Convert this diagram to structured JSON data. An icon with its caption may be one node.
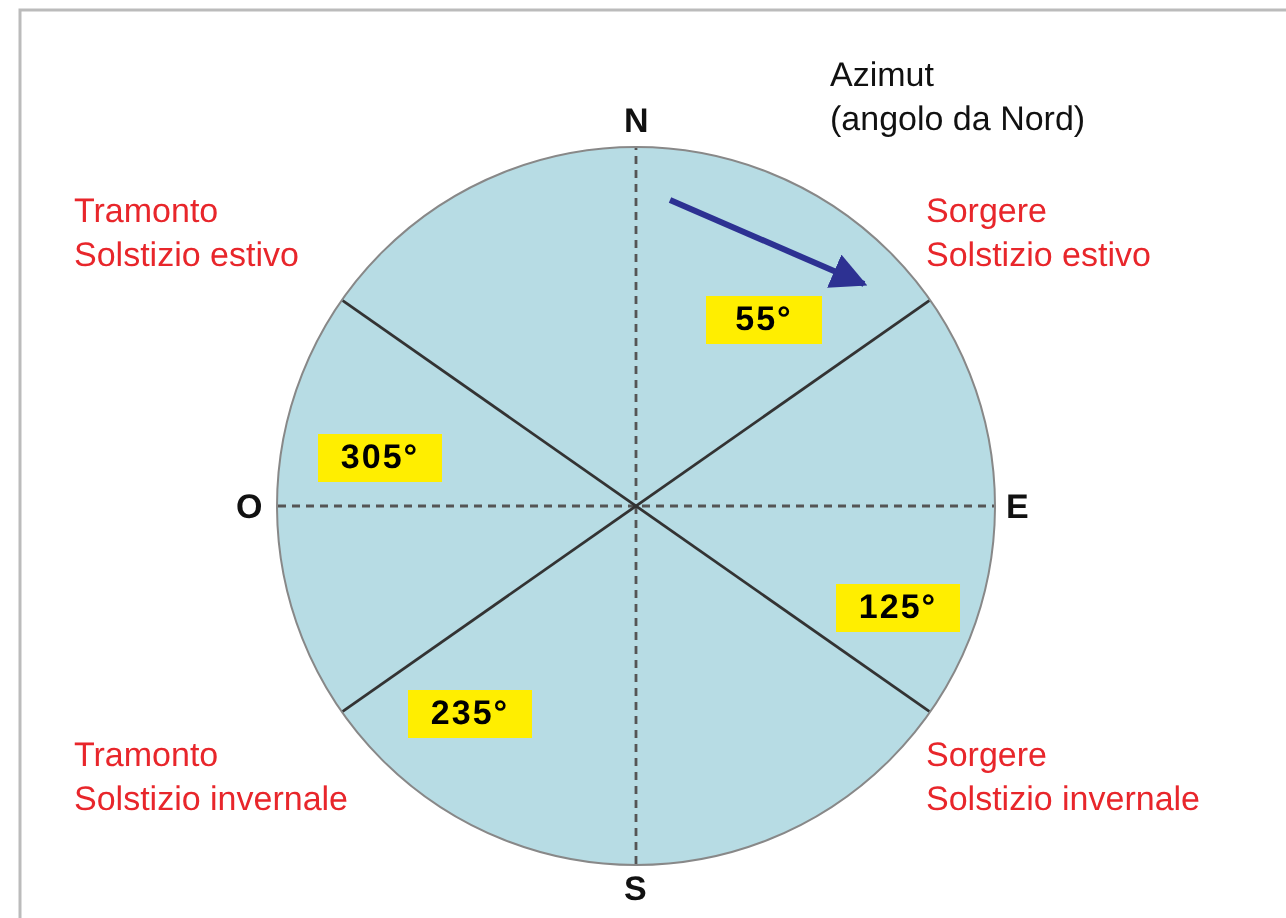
{
  "diagram": {
    "nodes": [
      {
        "text": [],
        "shape": "circle"
      },
      {
        "text": [
          "55°"
        ],
        "in": 0
      },
      {
        "text": [
          "305°"
        ],
        "in": 0
      },
      {
        "text": [
          "125°"
        ],
        "in": 0
      },
      {
        "text": [
          "235°"
        ],
        "in": 0
      }
    ],
    "labels": [
      "Azimut (angolo da Nord)",
      "N",
      "Tramonto Solstizio estivo",
      "Sorgere Solstizio estivo",
      "O",
      "E",
      "Tramonto Solstizio invernale",
      "Sorgere Solstizio invernale",
      "S"
    ]
  }
}
